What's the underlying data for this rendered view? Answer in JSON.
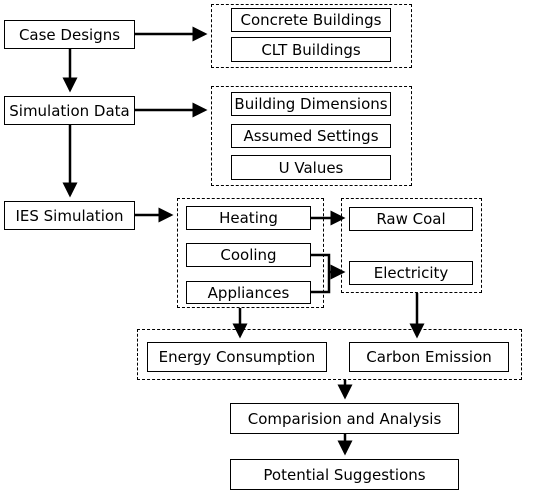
{
  "nodes": {
    "case_designs": "Case Designs",
    "concrete_buildings": "Concrete Buildings",
    "clt_buildings": "CLT Buildings",
    "simulation_data": "Simulation Data",
    "building_dimensions": "Building Dimensions",
    "assumed_settings": "Assumed Settings",
    "u_values": "U Values",
    "ies_simulation": "IES Simulation",
    "heating": "Heating",
    "cooling": "Cooling",
    "appliances": "Appliances",
    "raw_coal": "Raw Coal",
    "electricity": "Electricity",
    "energy_consumption": "Energy Consumption",
    "carbon_emission": "Carbon Emission",
    "comparison_analysis": "Comparision and Analysis",
    "potential_suggestions": "Potential Suggestions"
  }
}
